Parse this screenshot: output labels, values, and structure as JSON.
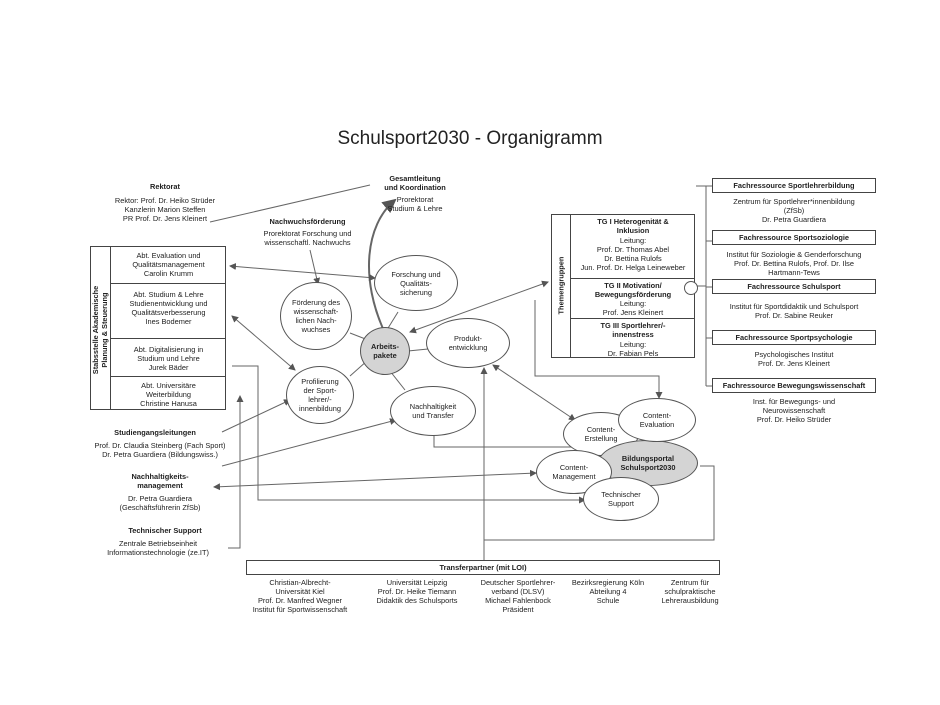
{
  "title": "Schulsport2030 - Organigramm",
  "rektorat": {
    "heading": "Rektorat",
    "lines": "Rektor: Prof. Dr. Heiko Strüder\nKanzlerin Marion Steffen\nPR Prof. Dr. Jens Kleinert"
  },
  "gesamtleitung": {
    "heading": "Gesamtleitung\nund Koordination",
    "lines": "Prorektorat\nStudium & Lehre"
  },
  "nachwuchs": {
    "heading": "Nachwuchsförderung",
    "lines": "Prorektorat Forschung und\nwissenschaftl. Nachwuchs"
  },
  "stabsstelle": {
    "vertical_label": "Stabsstelle Akademische\nPlanung & Steuerung",
    "cells": [
      "Abt. Evaluation und\nQualitätsmanagement\nCarolin Krumm",
      "Abt. Studium & Lehre\nStudienentwicklung und\nQualitätsverbesserung\nInes Bodemer",
      "Abt. Digitalisierung in\nStudium und Lehre\nJurek Bäder",
      "Abt. Universitäre\nWeiterbildung\nChristine Hanusa"
    ]
  },
  "studiengang": {
    "heading": "Studiengangsleitungen",
    "lines": "Prof. Dr. Claudia Steinberg (Fach Sport)\nDr. Petra Guardiera (Bildungswiss.)"
  },
  "nachhaltigkeit": {
    "heading": "Nachhaltigkeits-\nmanagement",
    "lines": "Dr. Petra Guardiera\n(Geschäftsführerin ZfSb)"
  },
  "techsupport": {
    "heading": "Technischer Support",
    "lines": "Zentrale Betriebseinheit\nInformationstechnologie (ze.IT)"
  },
  "ellipses": {
    "forschung": "Forschung und\nQualitäts-\nsicherung",
    "foerderung": "Förderung des\nwissenschaft-\nlichen Nach-\nwuchses",
    "arbeitspakete": "Arbeits-\npakete",
    "produkt": "Produkt-\nentwicklung",
    "profilierung": "Profilierung\nder Sport-\nlehrer/-\ninnenbildung",
    "nachhaltigkeit": "Nachhaltigkeit\nund Transfer",
    "content_erstellung": "Content-\nErstellung",
    "content_evaluation": "Content-\nEvaluation",
    "content_management": "Content-\nManagement",
    "bildungsportal": "Bildungsportal\nSchulsport2030",
    "technischer_support": "Technischer\nSupport"
  },
  "themengruppen": {
    "vertical_label": "Themengruppen",
    "groups": [
      {
        "heading": "TG I Heterogenität &\nInklusion",
        "lines": "Leitung:\nProf. Dr. Thomas Abel\nDr. Bettina Rulofs\nJun. Prof. Dr. Helga Leineweber"
      },
      {
        "heading": "TG II Motivation/\nBewegungsförderung",
        "lines": "Leitung:\nProf. Jens Kleinert"
      },
      {
        "heading": "TG III Sportlehrer/-\ninnenstress",
        "lines": "Leitung:\nDr. Fabian Pels"
      }
    ]
  },
  "fachressourcen": [
    {
      "heading": "Fachressource Sportlehrerbildung",
      "lines": "Zentrum für Sportlehrer*innenbildung\n(ZfSb)\nDr. Petra Guardiera"
    },
    {
      "heading": "Fachressource Sportsoziologie",
      "lines": "Institut für Soziologie & Genderforschung\nProf. Dr. Bettina Rulofs, Prof. Dr. Ilse\nHartmann-Tews"
    },
    {
      "heading": "Fachressource Schulsport",
      "lines": "Institut für Sportdidaktik und Schulsport\nProf. Dr. Sabine Reuker"
    },
    {
      "heading": "Fachressource Sportpsychologie",
      "lines": "Psychologisches Institut\nProf. Dr. Jens Kleinert"
    },
    {
      "heading": "Fachressource Bewegungswissenschaft",
      "lines": "Inst. für Bewegungs- und\nNeurowissenschaft\nProf. Dr. Heiko Strüder"
    }
  ],
  "transfer": {
    "heading": "Transferpartner (mit LOI)",
    "partners": [
      "Christian-Albrecht-\nUniversität Kiel\nProf. Dr. Manfred Wegner\nInstitut für Sportwissenschaft",
      "Universität Leipzig\nProf. Dr. Heike Tiemann\nDidaktik des Schulsports",
      "Deutscher Sportlehrer-\nverband (DLSV)\nMichael Fahlenbock\nPräsident",
      "Bezirksregierung Köln\nAbteilung 4\nSchule",
      "Zentrum für\nschulpraktische\nLehrerausbildung"
    ]
  }
}
